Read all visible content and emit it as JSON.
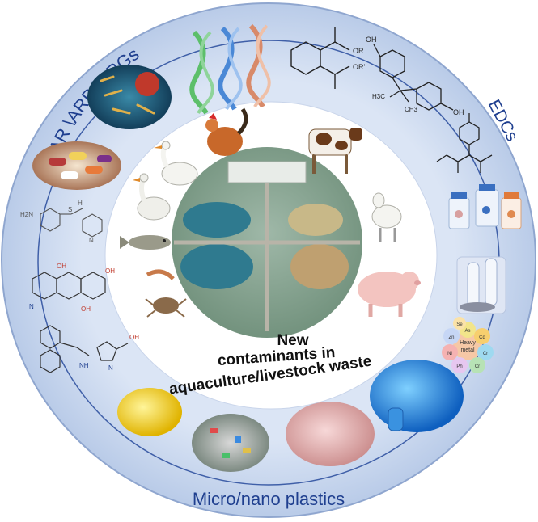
{
  "sections": {
    "top_left": "AR \\ARB \\ARGs",
    "right": "EDCs",
    "bottom": "Micro/nano plastics"
  },
  "center": {
    "line1": "New",
    "line2": "contaminants in",
    "line3": "aquaculture/livestock waste"
  },
  "chemistry": {
    "phthalate_sub1": "OR",
    "phthalate_sub2": "OR'",
    "bpa_oh1": "OH",
    "bpa_oh2": "OH",
    "bpa_h3c": "H3C",
    "bpa_ch3": "CH3",
    "sulfa_h2n": "H2N",
    "sulfa_so2": "S",
    "sulfa_nh": "H",
    "sulfa_n": "N",
    "tet_oh1": "OH",
    "tet_oh2": "OH",
    "tet_oh3": "OH",
    "tet_n": "N",
    "fmoc_nh": "NH",
    "fmoc_oh": "OH",
    "fmoc_n": "N"
  },
  "heavy_metal": {
    "center1": "Heavy",
    "center2": "metal",
    "elements": [
      "As",
      "Cd",
      "Cr",
      "Cr",
      "Ph",
      "Ni",
      "Zn",
      "Se"
    ]
  },
  "colors": {
    "outer_ring": "#c9d7ee",
    "outer_ring_edge": "#8fa6cf",
    "label": "#1f3f8f",
    "inner_circle": "#ffffff"
  }
}
